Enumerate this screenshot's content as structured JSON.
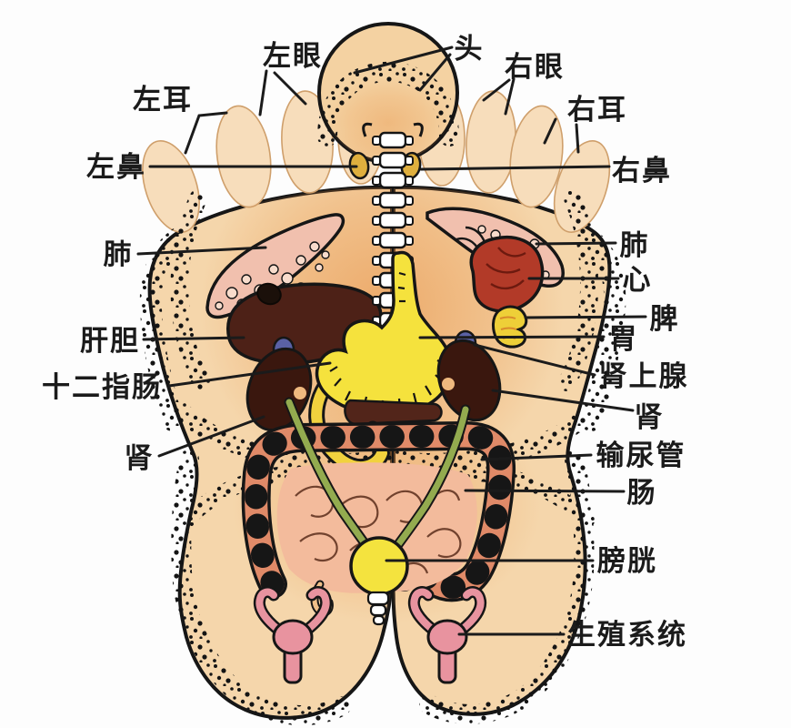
{
  "diagram": {
    "type": "foot-reflexology-chart",
    "labels": {
      "left_eye": "左眼",
      "head": "头",
      "right_eye": "右眼",
      "left_ear": "左耳",
      "right_ear": "右耳",
      "left_nose": "左鼻",
      "right_nose": "右鼻",
      "lung_left": "肺",
      "lung_right": "肺",
      "heart": "心",
      "spleen": "脾",
      "stomach": "胃",
      "liver_gallbladder": "肝胆",
      "duodenum": "十二指肠",
      "adrenal_gland": "肾上腺",
      "kidney_left": "肾",
      "kidney_right": "肾",
      "ureter": "输尿管",
      "intestine": "肠",
      "bladder": "膀胱",
      "reproductive_system": "生殖系统"
    },
    "colors": {
      "skin": "#f5d6ab",
      "skin_toe": "#f7ddbb",
      "outline": "#161616",
      "lung": "#f1c0ae",
      "heart": "#b23a28",
      "liver": "#4d2117",
      "gallbladder": "#1b100a",
      "kidney": "#3a170e",
      "adrenal": "#5a61a5",
      "ureter": "#93ab4f",
      "stomach": "#f5e23d",
      "spleen": "#eecf38",
      "nose_spot": "#dfaf3e",
      "colon": "#e08a68",
      "small_intestine": "#f3bb9c",
      "bladder": "#f4e33e",
      "uterus": "#e8939f",
      "pancreas": "#52251a"
    }
  }
}
